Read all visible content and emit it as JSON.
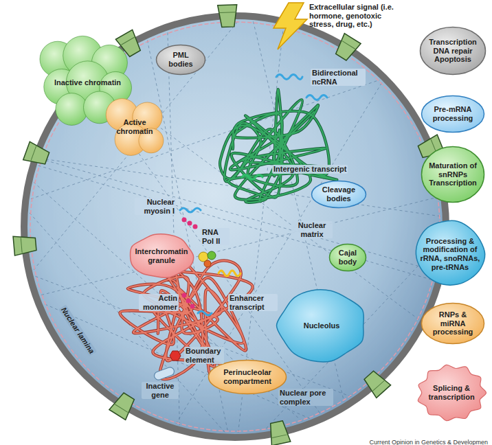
{
  "diagram": {
    "nodes": [
      {
        "text": [
          "Nuclear matrix",
          "Nuclear lamina"
        ]
      },
      {
        "text": [
          "PML bodies"
        ],
        "in": 0
      },
      {
        "text": [
          "Inactive chromatin"
        ],
        "in": 0
      },
      {
        "text": [
          "Active chromatin"
        ],
        "in": 0
      },
      {
        "text": [
          "Interchromatin granule"
        ],
        "in": 0
      },
      {
        "text": [
          "Cleavage bodies"
        ],
        "in": 0
      },
      {
        "text": [
          "Cajal body"
        ],
        "in": 0
      },
      {
        "text": [
          "Nucleolus"
        ],
        "in": 0
      },
      {
        "text": [
          "Perinucleolar compartment"
        ],
        "in": 0
      },
      {
        "text": [
          "Transcription DNA repair Apoptosis"
        ]
      },
      {
        "text": [
          "Pre-mRNA processing"
        ]
      },
      {
        "text": [
          "Maturation of snRNPs Transcription"
        ]
      },
      {
        "text": [
          "Processing & modification of rRNA, snoRNAs, pre-tRNAs"
        ]
      },
      {
        "text": [
          "RNPs & miRNA processing"
        ]
      },
      {
        "text": [
          "Splicing & transcription"
        ]
      }
    ],
    "labels": [
      "Extracellular signal (i.e. hormone, genotoxic stress, drug, etc.)",
      "Bidirectional ncRNA",
      "Intergenic transcript",
      "Nuclear myosin I",
      "RNA Pol II",
      "Actin monomer",
      "Enhancer transcript",
      "Boundary element",
      "Inactive gene",
      "Nuclear pore complex",
      "Current Opinion in Genetics & Developmen"
    ]
  }
}
